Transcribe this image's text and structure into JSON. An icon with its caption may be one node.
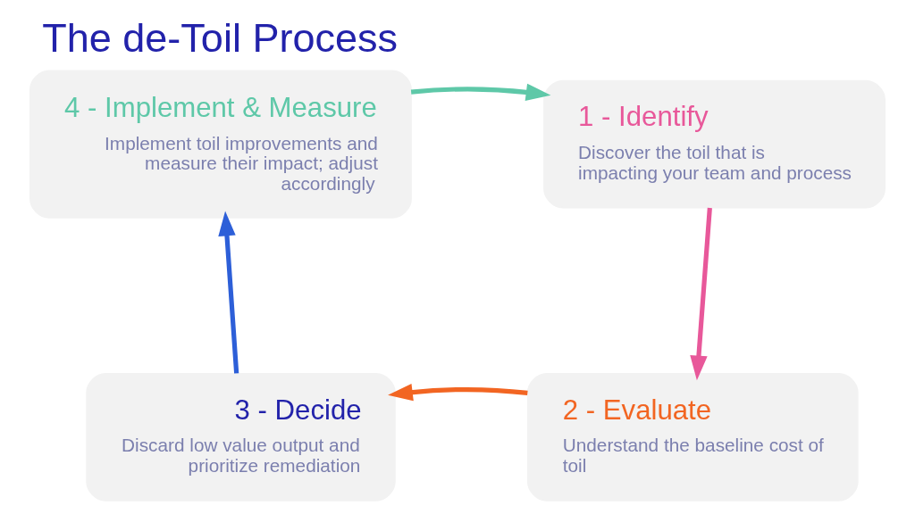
{
  "diagram": {
    "title": "The de-Toil Process",
    "nodes": [
      {
        "text": [
          "4 - Implement & Measure",
          "Implement toil improvements and measure their impact; adjust accordingly"
        ]
      },
      {
        "text": [
          "1 - Identify",
          "Discover the toil that is impacting your team and process"
        ]
      },
      {
        "text": [
          "3 - Decide",
          "Discard low value output and prioritize remediation"
        ]
      },
      {
        "text": [
          "2 - Evaluate",
          "Understand the baseline cost of toil"
        ]
      }
    ],
    "edges": [
      {
        "from": 1,
        "to": 3,
        "arrow": "to",
        "color": "#e8589a"
      },
      {
        "from": 3,
        "to": 2,
        "arrow": "to",
        "color": "#f26522"
      },
      {
        "from": 2,
        "to": 0,
        "arrow": "to",
        "color": "#2d5fd8"
      },
      {
        "from": 0,
        "to": 1,
        "arrow": "to",
        "color": "#5ec8a8"
      }
    ]
  }
}
